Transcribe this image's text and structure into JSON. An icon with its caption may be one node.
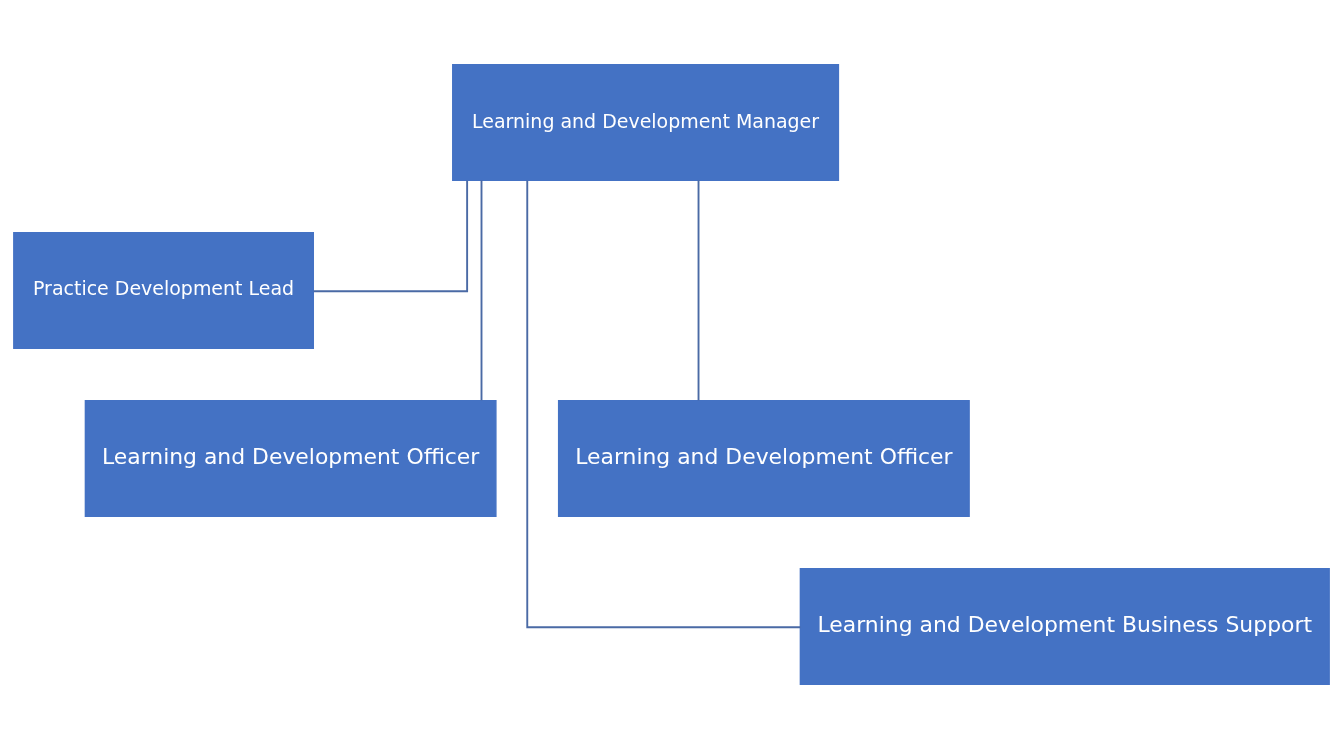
{
  "diagram": {
    "nodes": [
      {
        "text": [
          "Learning and Development Manager"
        ]
      },
      {
        "text": [
          "Practice Development Lead"
        ]
      },
      {
        "text": [
          "Learning and Development Officer"
        ]
      },
      {
        "text": [
          "Learning and Development Officer"
        ]
      },
      {
        "text": [
          "Learning and Development Business Support"
        ]
      }
    ],
    "edges": [
      {
        "from": 0,
        "to": 1,
        "arrow": "none"
      },
      {
        "from": 0,
        "to": 2,
        "arrow": "none"
      },
      {
        "from": 0,
        "to": 3,
        "arrow": "none"
      },
      {
        "from": 0,
        "to": 4,
        "arrow": "none"
      }
    ]
  }
}
